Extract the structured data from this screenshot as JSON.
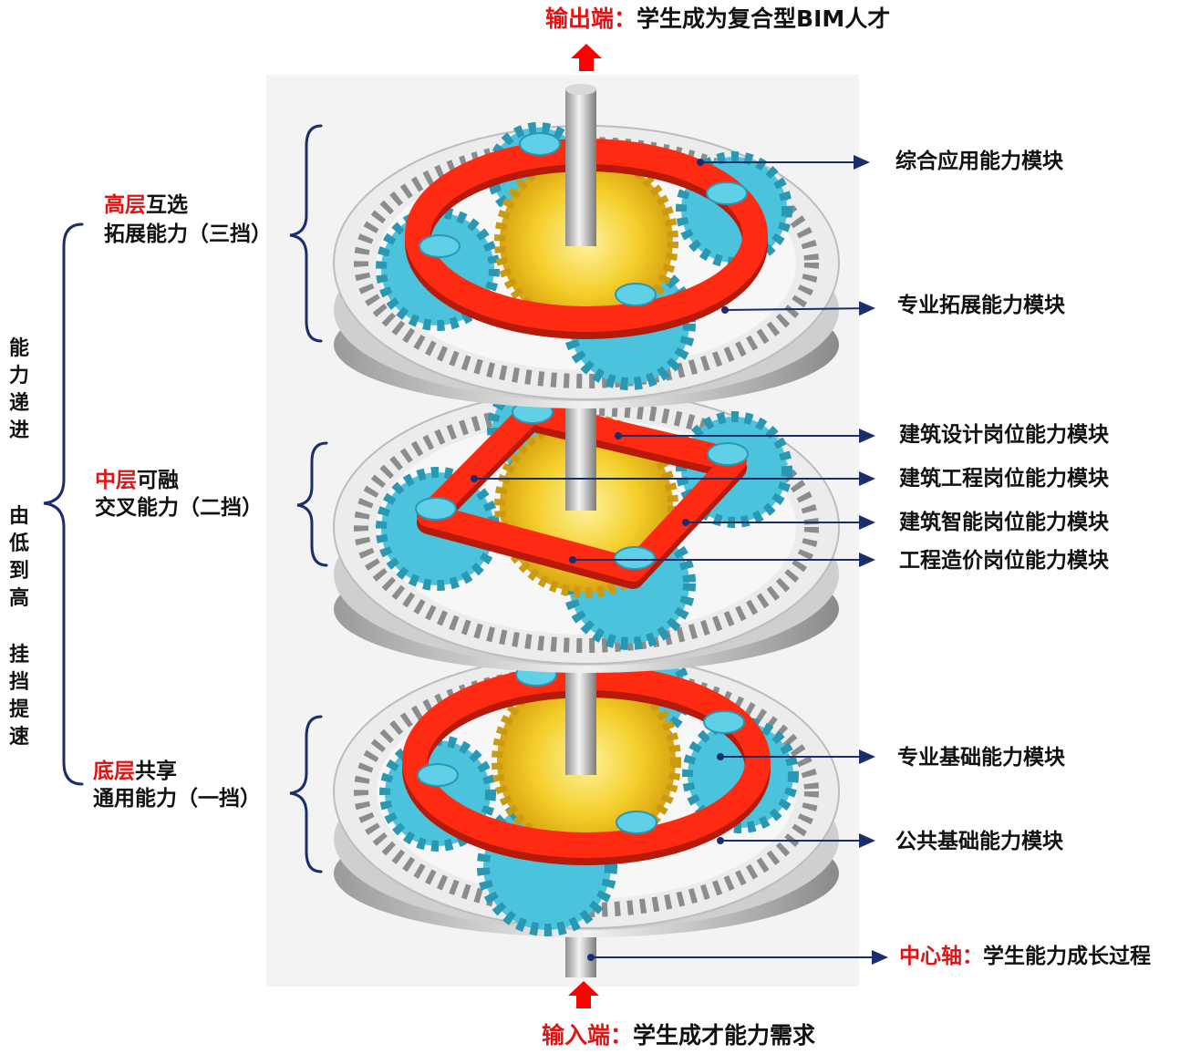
{
  "output_end": {
    "prefix": "输出端：",
    "text": "学生成为复合型BIM人才"
  },
  "input_end": {
    "prefix": "输入端：",
    "text": "学生成才能力需求"
  },
  "center_axis": {
    "prefix": "中心轴：",
    "text": "学生能力成长过程"
  },
  "levels": {
    "high": {
      "key": "高层",
      "rest": "互选",
      "line2": "拓展能力（三挡）"
    },
    "mid": {
      "key": "中层",
      "rest": "可融",
      "line2": "交叉能力（二挡）"
    },
    "low": {
      "key": "底层",
      "rest": "共享",
      "line2": "通用能力（一挡）"
    }
  },
  "left_vertical": {
    "g1": [
      "能",
      "力",
      "递",
      "进"
    ],
    "g2": [
      "由",
      "低",
      "到",
      "高"
    ],
    "g3": [
      "挂",
      "挡",
      "提",
      "速"
    ]
  },
  "modules": {
    "m1": "综合应用能力模块",
    "m2": "专业拓展能力模块",
    "m3": "建筑设计岗位能力模块",
    "m4": "建筑工程岗位能力模块",
    "m5": "建筑智能岗位能力模块",
    "m6": "工程造价岗位能力模块",
    "m7": "专业基础能力模块",
    "m8": "公共基础能力模块"
  },
  "colors": {
    "label_red": "#e01414",
    "arrow_red": "#ff0000",
    "leader_navy": "#1a2e6e",
    "carrier_red": "#ff2a12",
    "planet_gear_blue": "#4cc3dc",
    "sun_gear_yellow": "#f2c31a",
    "ring_gray": "#e8e8e8",
    "axis_gray": "#b8b8b8"
  }
}
